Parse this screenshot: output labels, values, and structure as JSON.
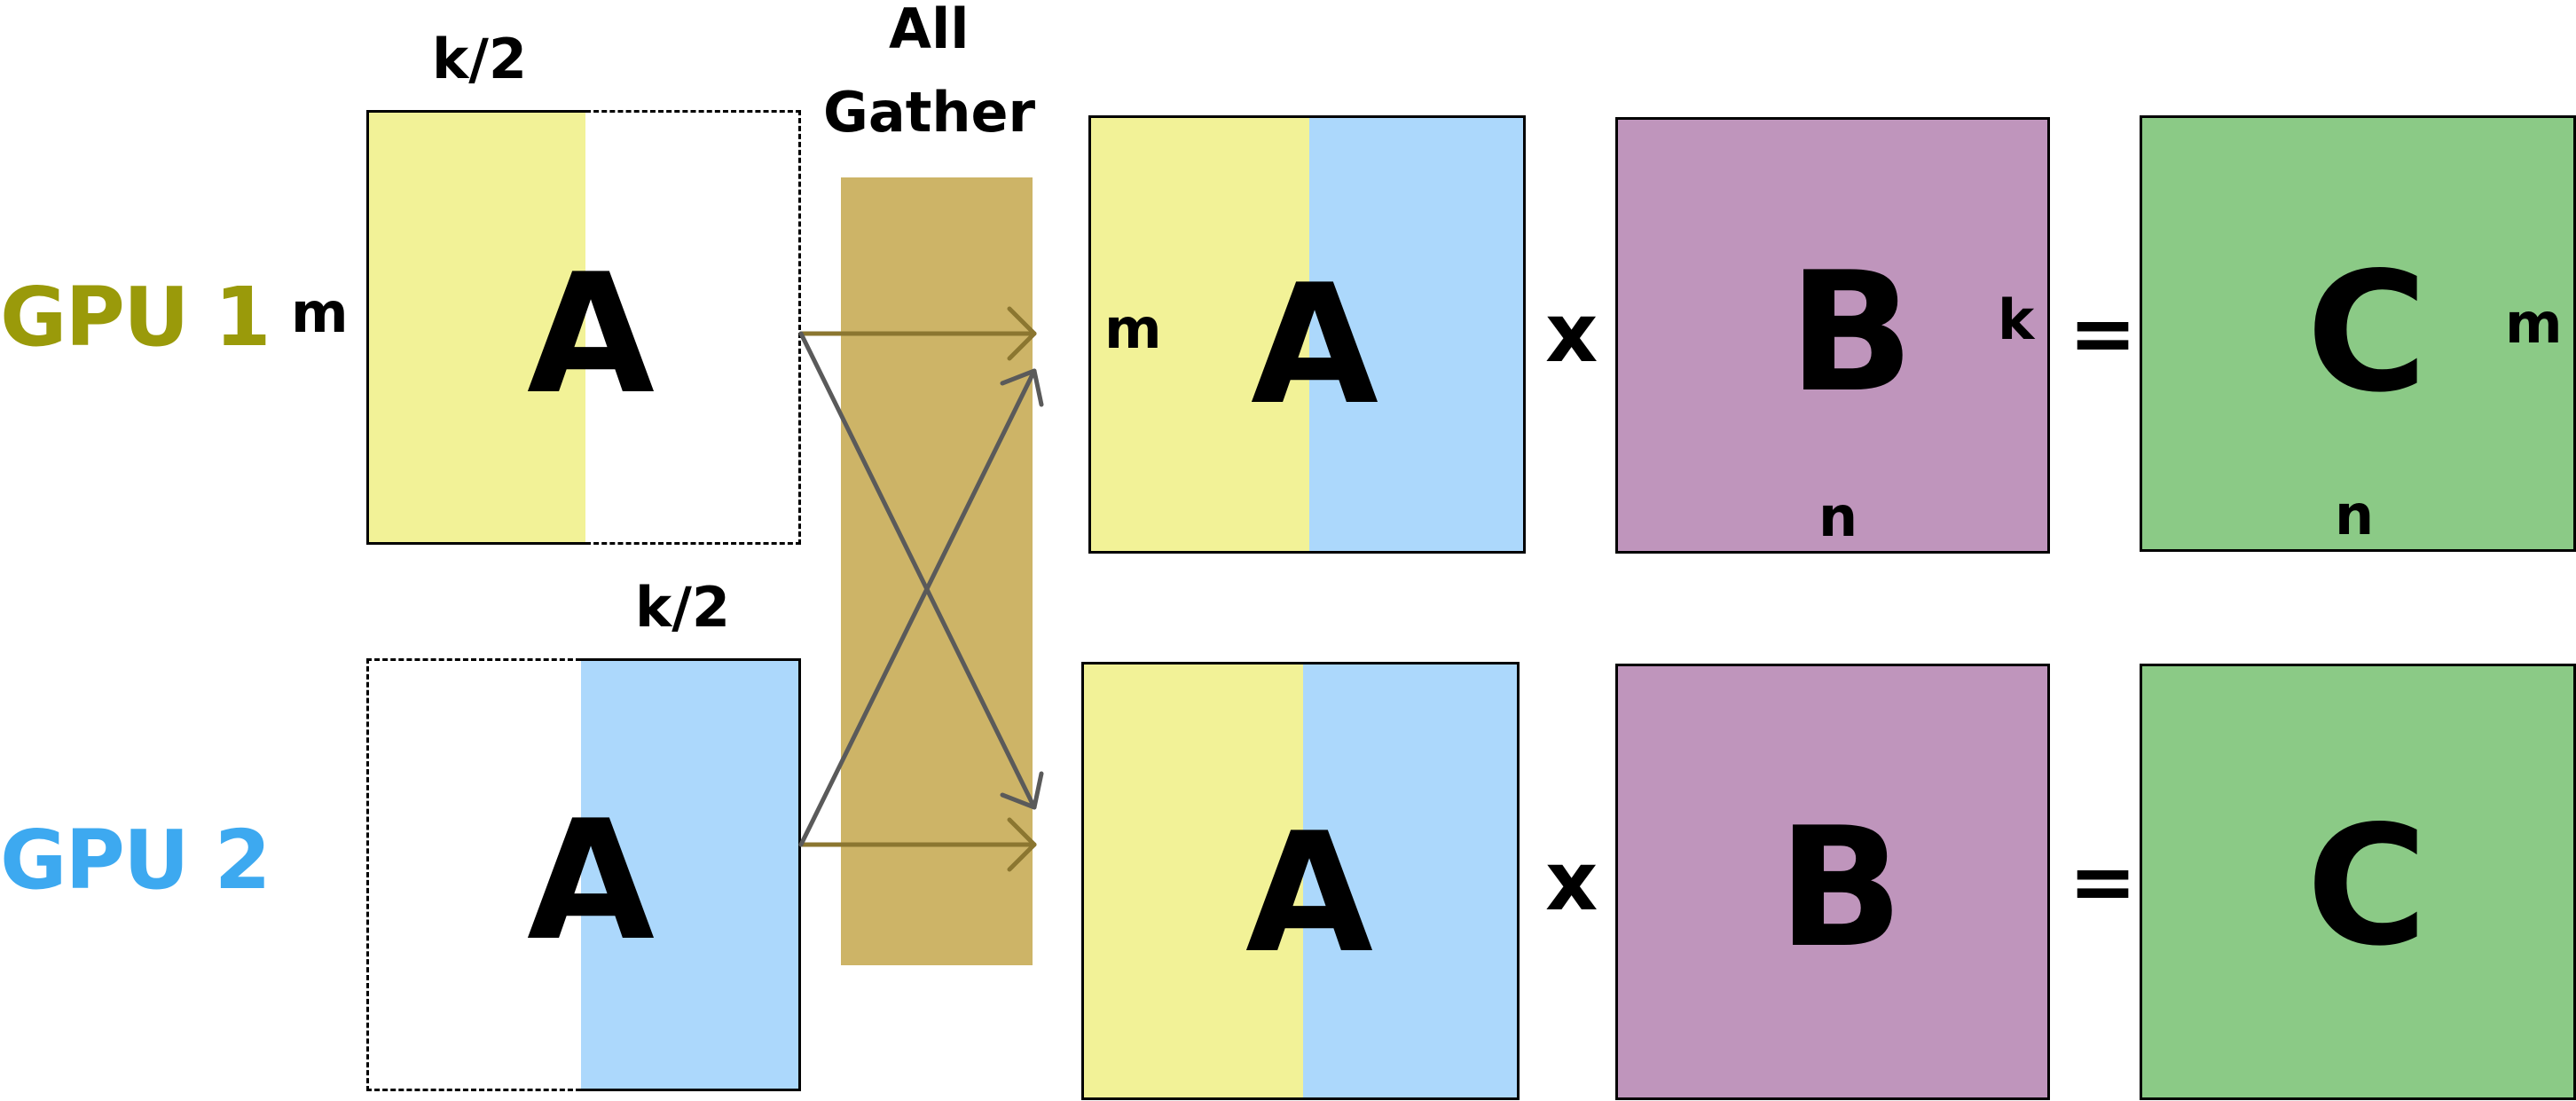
{
  "colors": {
    "gpu1": "#9a9a0a",
    "gpu2": "#3da9f0",
    "yellow_shard": "#f2f297",
    "blue_shard": "#acd8fc",
    "matrix_b": "#bf95bc",
    "matrix_c": "#8bca86",
    "all_gather_band": "#cdb467",
    "arrow_gray": "#5a5a5a",
    "arrow_olive": "#8b7630"
  },
  "labels": {
    "gpu1": "GPU 1",
    "gpu2": "GPU 2",
    "all_gather_line1": "All",
    "all_gather_line2": "Gather",
    "k_half_top": "k/2",
    "k_half_bottom": "k/2",
    "m_gpu1_shard": "m",
    "m_gpu1_full": "m",
    "k_gpu1_b": "k",
    "m_gpu1_c": "m",
    "n_gpu1_b": "n",
    "n_gpu1_c": "n"
  },
  "matrices": {
    "gpu1_shard_A": "A",
    "gpu2_shard_A": "A",
    "gpu1_full_A": "A",
    "gpu2_full_A": "A",
    "gpu1_B": "B",
    "gpu2_B": "B",
    "gpu1_C": "C",
    "gpu2_C": "C"
  },
  "operators": {
    "gpu1_times": "x",
    "gpu2_times": "x",
    "gpu1_equals": "=",
    "gpu2_equals": "="
  }
}
